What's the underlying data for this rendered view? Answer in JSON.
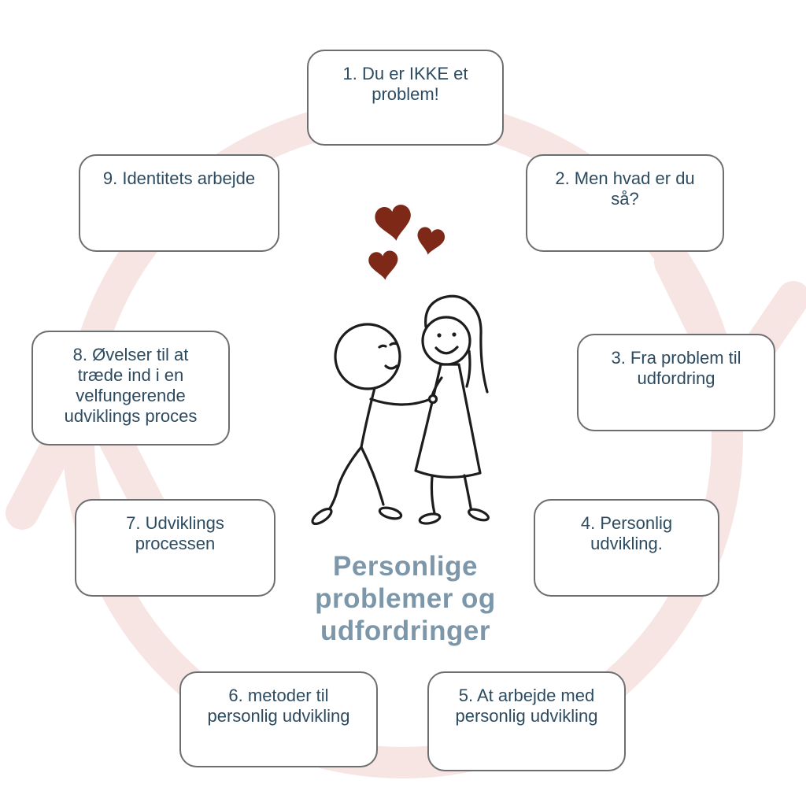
{
  "title": {
    "line1": "Personlige",
    "line2": "problemer og",
    "line3": "udfordringer"
  },
  "nodes": [
    {
      "label": "1. Du er IKKE et problem!"
    },
    {
      "label": "2. Men hvad er du så?"
    },
    {
      "label": "3. Fra problem til udfordring"
    },
    {
      "label": "4. Personlig udvikling."
    },
    {
      "label": "5. At arbejde med personlig udvikling"
    },
    {
      "label": "6. metoder til personlig udvikling"
    },
    {
      "label": "7. Udviklings processen"
    },
    {
      "label": "8. Øvelser til at træde ind i en velfungerende udviklings proces"
    },
    {
      "label": "9. Identitets arbejde"
    }
  ],
  "icons": {
    "hearts": "three-hearts-icon",
    "center_illustration": "couple-holding-hands-illustration",
    "background": "cycle-arrow-clockwise"
  },
  "colors": {
    "node-text": "#2d4b60",
    "node-border": "#6d6e71",
    "title-text": "#7c96aa",
    "heart-fill": "#7e2817",
    "cycle-arrow": "#f7e5e3",
    "canvas-bg": "#ffffff",
    "figure-stroke": "#1d1d1d"
  }
}
